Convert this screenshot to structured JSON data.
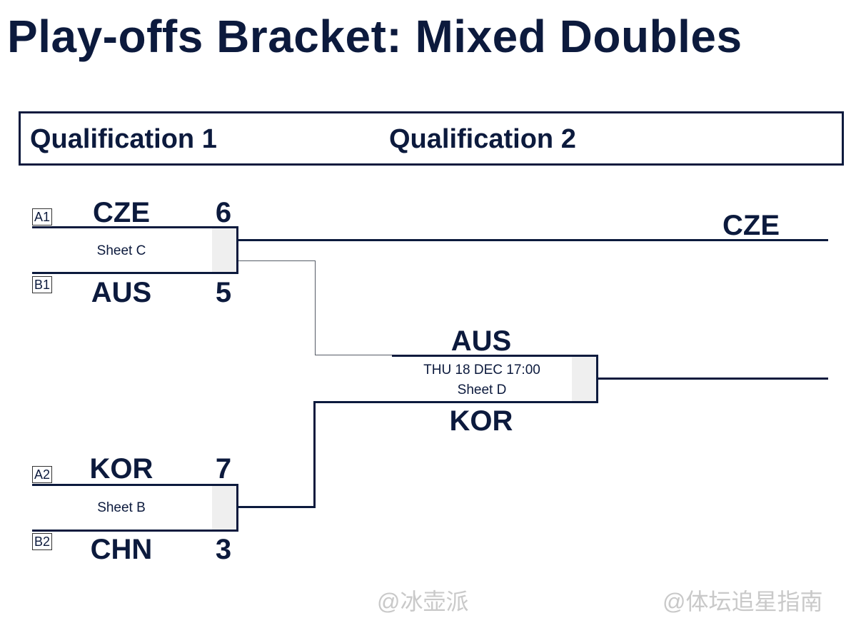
{
  "title": "Play-offs Bracket: Mixed Doubles",
  "rounds": {
    "round1": "Qualification 1",
    "round2": "Qualification 2"
  },
  "games": {
    "game1": {
      "top": {
        "seed": "A1",
        "team": "CZE",
        "score": "6"
      },
      "bottom": {
        "seed": "B1",
        "team": "AUS",
        "score": "5"
      },
      "sheet": "Sheet C"
    },
    "game2": {
      "top": {
        "seed": "A2",
        "team": "KOR",
        "score": "7"
      },
      "bottom": {
        "seed": "B2",
        "team": "CHN",
        "score": "3"
      },
      "sheet": "Sheet B"
    },
    "game3": {
      "top_team": "AUS",
      "bottom_team": "KOR",
      "datetime": "THU 18 DEC 17:00",
      "sheet": "Sheet D"
    }
  },
  "advance": {
    "team": "CZE"
  },
  "watermarks": [
    "@冰壶派",
    "@体坛追星指南"
  ],
  "colors": {
    "ink": "#0c1a3d",
    "score_fill": "#efefef",
    "watermark": "#c9c9c9"
  }
}
